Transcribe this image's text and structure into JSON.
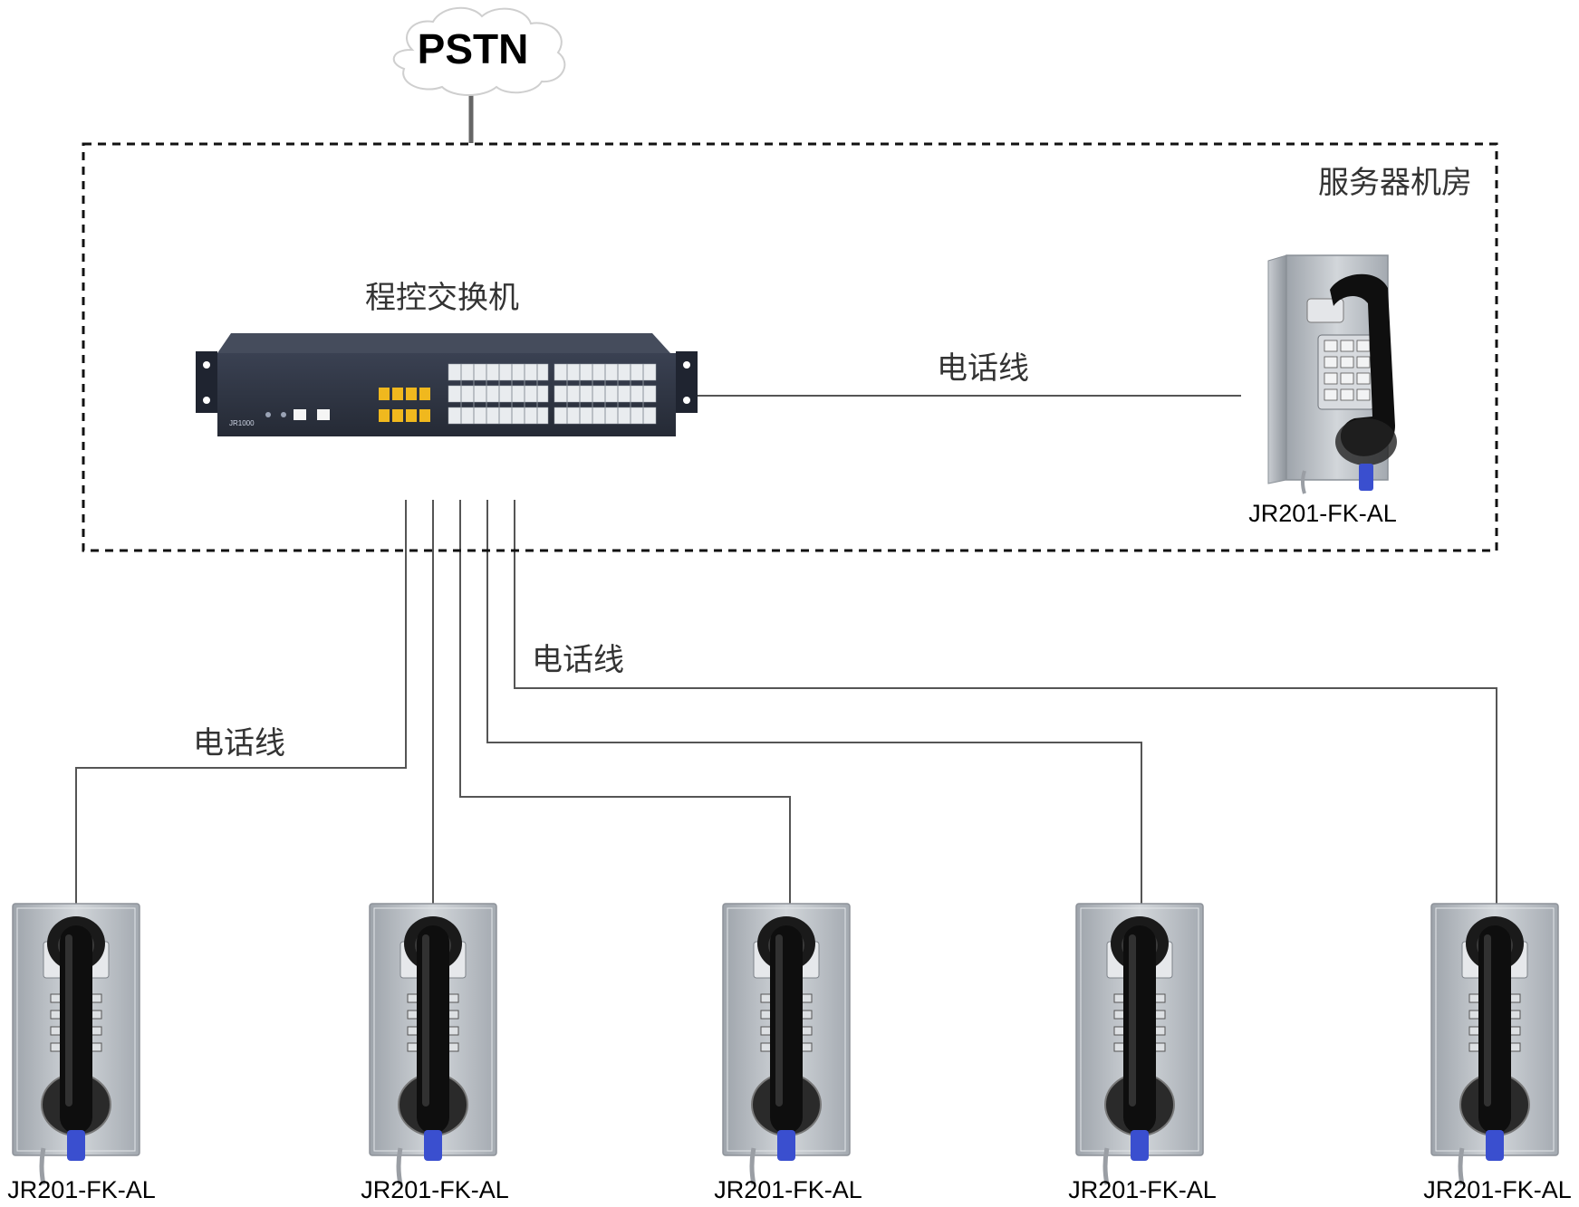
{
  "cloud": {
    "label": "PSTN"
  },
  "room": {
    "label": "服务器机房"
  },
  "switch": {
    "title": "程控交换机",
    "model_label": "JR1000"
  },
  "line_labels": {
    "top": "电话线",
    "left": "电话线",
    "middle": "电话线"
  },
  "phones": [
    {
      "model": "JR201-FK-AL"
    },
    {
      "model": "JR201-FK-AL"
    },
    {
      "model": "JR201-FK-AL"
    },
    {
      "model": "JR201-FK-AL"
    },
    {
      "model": "JR201-FK-AL"
    },
    {
      "model": "JR201-FK-AL"
    }
  ],
  "colors": {
    "line": "#555555",
    "housing": "#b9bec4",
    "handset": "#111111",
    "cord": "#3a4fcf",
    "switch_body": "#2e3442",
    "port_yellow": "#f0b81e"
  }
}
